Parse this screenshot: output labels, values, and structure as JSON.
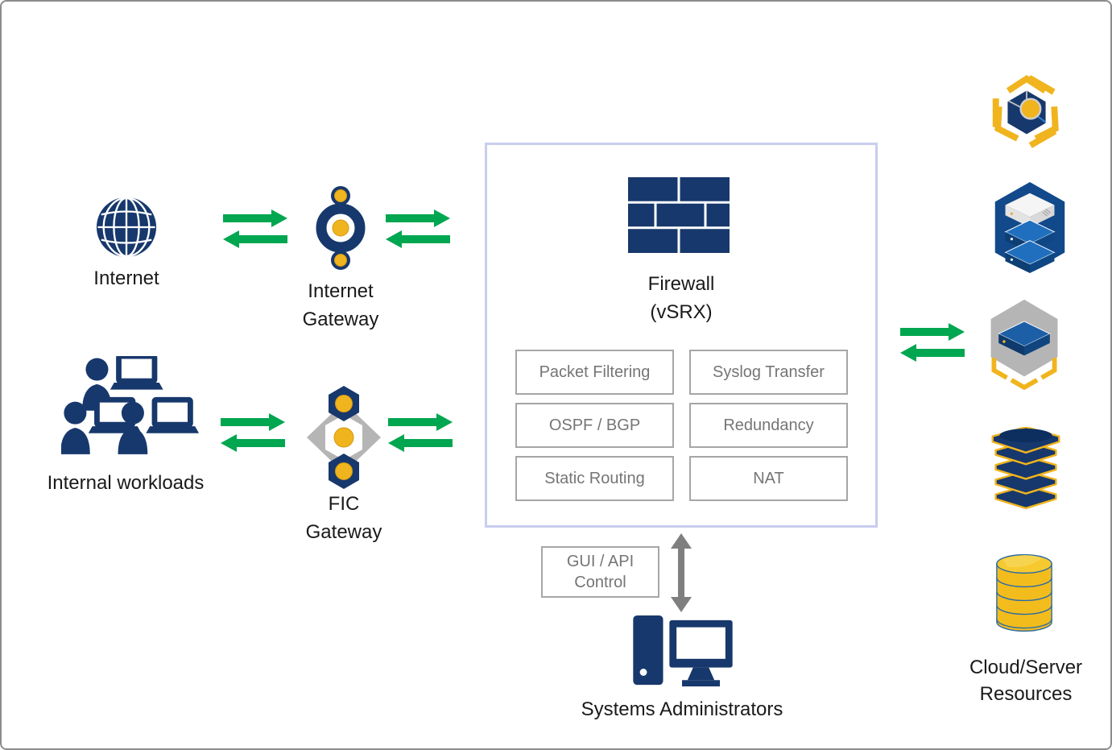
{
  "nodes": {
    "internet": {
      "label": "Internet"
    },
    "internet_gateway": {
      "line1": "Internet",
      "line2": "Gateway"
    },
    "internal_workloads": {
      "label": "Internal workloads"
    },
    "fic_gateway": {
      "line1": "FIC",
      "line2": "Gateway"
    },
    "firewall": {
      "line1": "Firewall",
      "line2": "(vSRX)"
    },
    "systems_administrators": {
      "label": "Systems Administrators"
    },
    "cloud_server_resources": {
      "line1": "Cloud/Server",
      "line2": "Resources"
    }
  },
  "firewall_features": [
    "Packet Filtering",
    "Syslog Transfer",
    "OSPF / BGP",
    "Redundancy",
    "Static Routing",
    "NAT"
  ],
  "control_box": {
    "line1": "GUI / API",
    "line2": "Control"
  },
  "icons": {
    "internet": "globe-icon",
    "internet_gateway": "gateway-ring-icon",
    "internal_workloads": "users-laptops-icon",
    "fic_gateway": "fic-gateway-diamond-icon",
    "firewall": "brick-wall-icon",
    "systems_administrators": "desktop-computer-icon",
    "cloud_resource_1": "cube-frame-icon",
    "cloud_resource_2": "server-hexagon-icon",
    "cloud_resource_3": "appliance-hexagon-icon",
    "cloud_resource_4": "stacked-layers-icon",
    "cloud_resource_5": "database-cylinder-icon",
    "traffic": "green-double-arrow-icon",
    "control": "gray-vertical-double-arrow-icon"
  },
  "colors": {
    "navy": "#17386c",
    "gold": "#f0b41e",
    "green": "#00a650",
    "lavender": "#c9cdee",
    "boxborder": "#a6a6a6",
    "boxtext": "#757575",
    "icon-gray": "#b5b5b5",
    "arrow-gray": "#7f7f7f",
    "hex-blue": "#12498a",
    "dev-blue": "#1d5fa6",
    "frame-gray": "#8c8c8c",
    "ink": "#1a1a1a"
  }
}
